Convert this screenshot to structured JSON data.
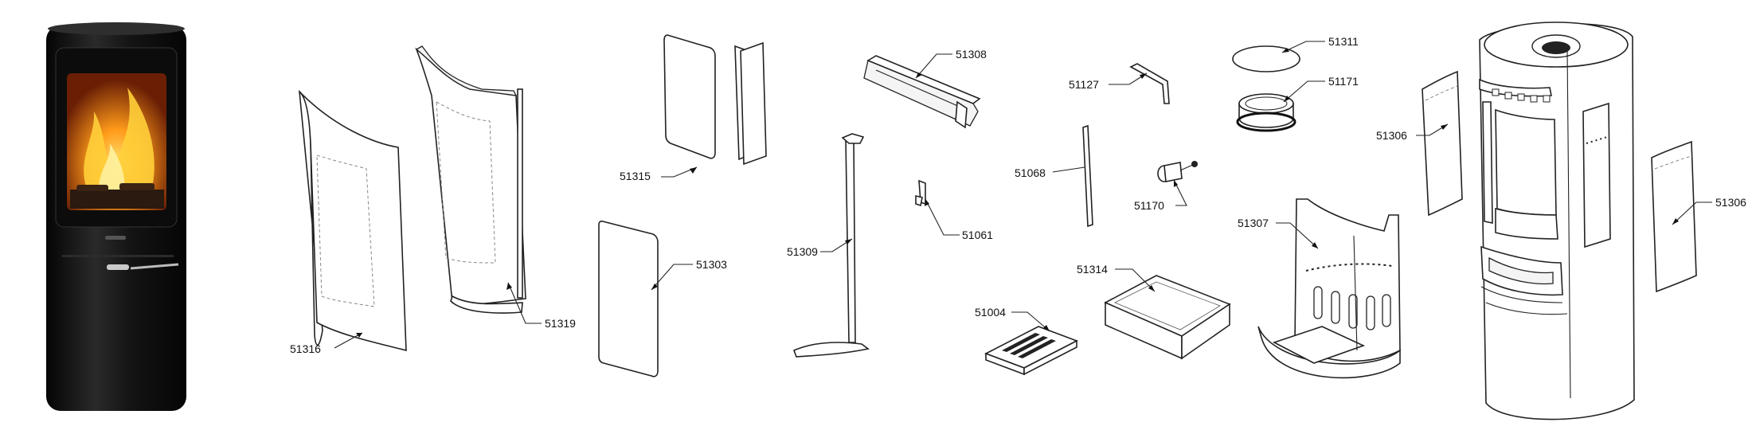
{
  "diagram": {
    "labels": {
      "p51316": "51316",
      "p51319": "51319",
      "p51315": "51315",
      "p51303": "51303",
      "p51308": "51308",
      "p51309": "51309",
      "p51061": "51061",
      "p51127": "51127",
      "p51068": "51068",
      "p51314": "51314",
      "p51004": "51004",
      "p51311": "51311",
      "p51171": "51171",
      "p51170": "51170",
      "p51307": "51307",
      "p51306_left": "51306",
      "p51306_right": "51306"
    }
  },
  "colors": {
    "stove_body": "#151515",
    "flame_hot": "#ff8a12",
    "flame_core": "#ffd24a",
    "line": "#222222"
  }
}
